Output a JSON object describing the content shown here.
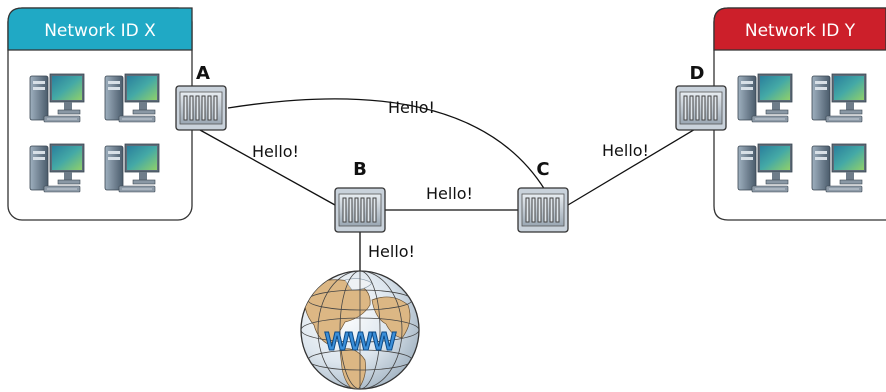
{
  "networks": [
    {
      "id": "x",
      "title": "Network ID X",
      "header_color": "#20a9c5",
      "computers": 4
    },
    {
      "id": "y",
      "title": "Network ID Y",
      "header_color": "#cc1f2a",
      "computers": 4
    }
  ],
  "routers": [
    {
      "id": "a",
      "label": "A"
    },
    {
      "id": "b",
      "label": "B"
    },
    {
      "id": "c",
      "label": "C"
    },
    {
      "id": "d",
      "label": "D"
    }
  ],
  "links": [
    {
      "id": "a-c",
      "message": "Hello!"
    },
    {
      "id": "a-b",
      "message": "Hello!"
    },
    {
      "id": "b-c",
      "message": "Hello!"
    },
    {
      "id": "c-d",
      "message": "Hello!"
    },
    {
      "id": "b-internet",
      "message": "Hello!"
    }
  ],
  "internet": {
    "label": "WWW"
  }
}
